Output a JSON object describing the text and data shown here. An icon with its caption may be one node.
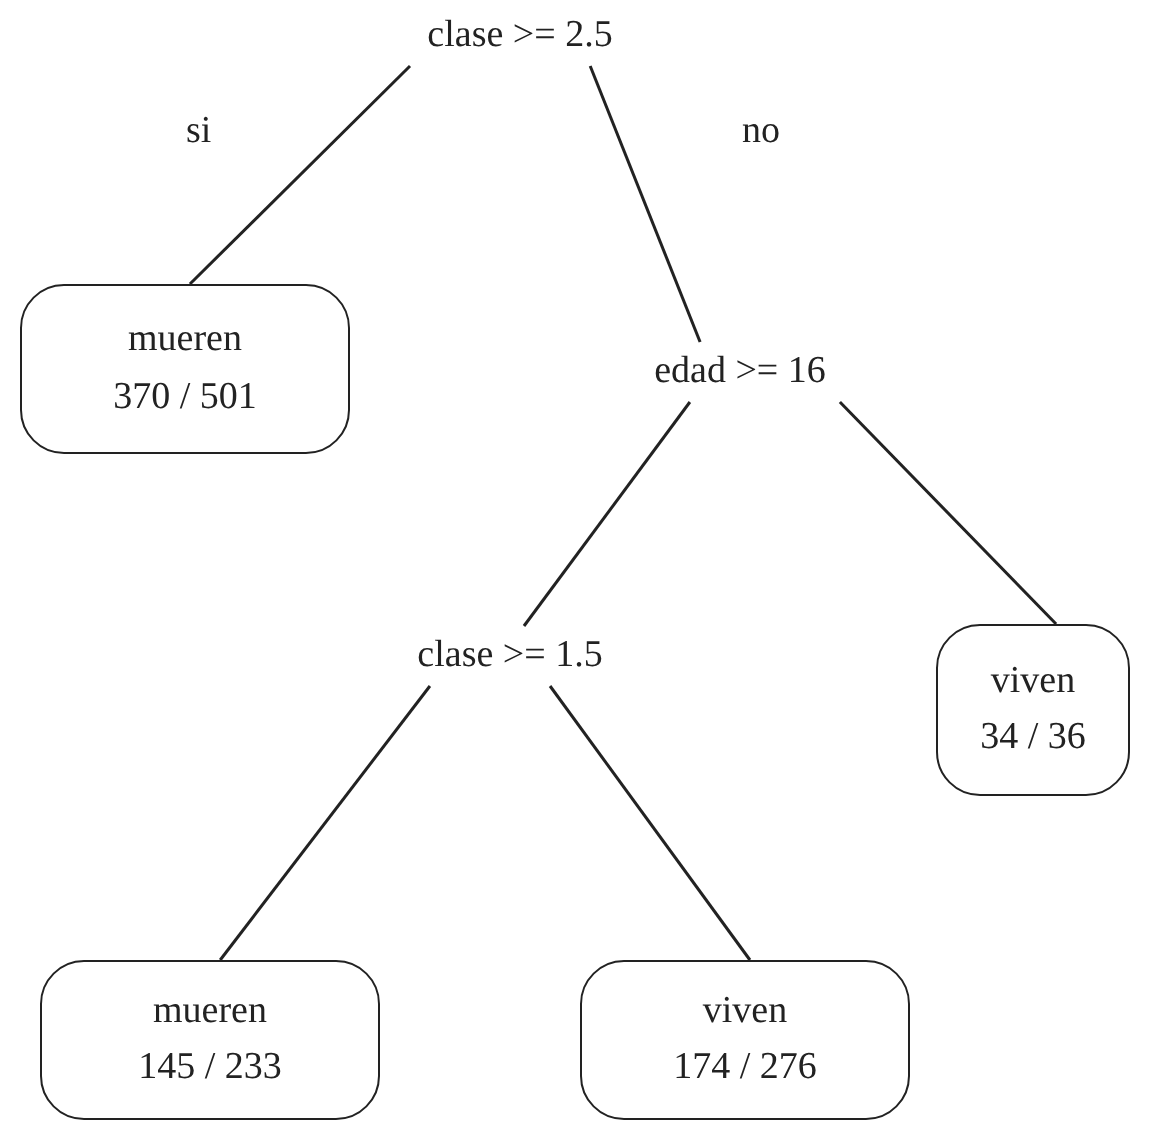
{
  "diagram": {
    "nodes": [
      {
        "text": [
          "clase >= 2.5"
        ]
      },
      {
        "text": [
          "mueren",
          "370 / 501"
        ]
      },
      {
        "text": [
          "edad >= 16"
        ]
      },
      {
        "text": [
          "viven",
          "34 / 36"
        ]
      },
      {
        "text": [
          "clase >= 1.5"
        ]
      },
      {
        "text": [
          "mueren",
          "145 / 233"
        ]
      },
      {
        "text": [
          "viven",
          "174 / 276"
        ]
      }
    ],
    "edges": [
      {
        "from": 0,
        "to": 1,
        "arrow": "none",
        "label": "si"
      },
      {
        "from": 0,
        "to": 2,
        "arrow": "none",
        "label": "no"
      },
      {
        "from": 2,
        "to": 4,
        "arrow": "none"
      },
      {
        "from": 2,
        "to": 3,
        "arrow": "none"
      },
      {
        "from": 4,
        "to": 5,
        "arrow": "none"
      },
      {
        "from": 4,
        "to": 6,
        "arrow": "none"
      }
    ]
  }
}
